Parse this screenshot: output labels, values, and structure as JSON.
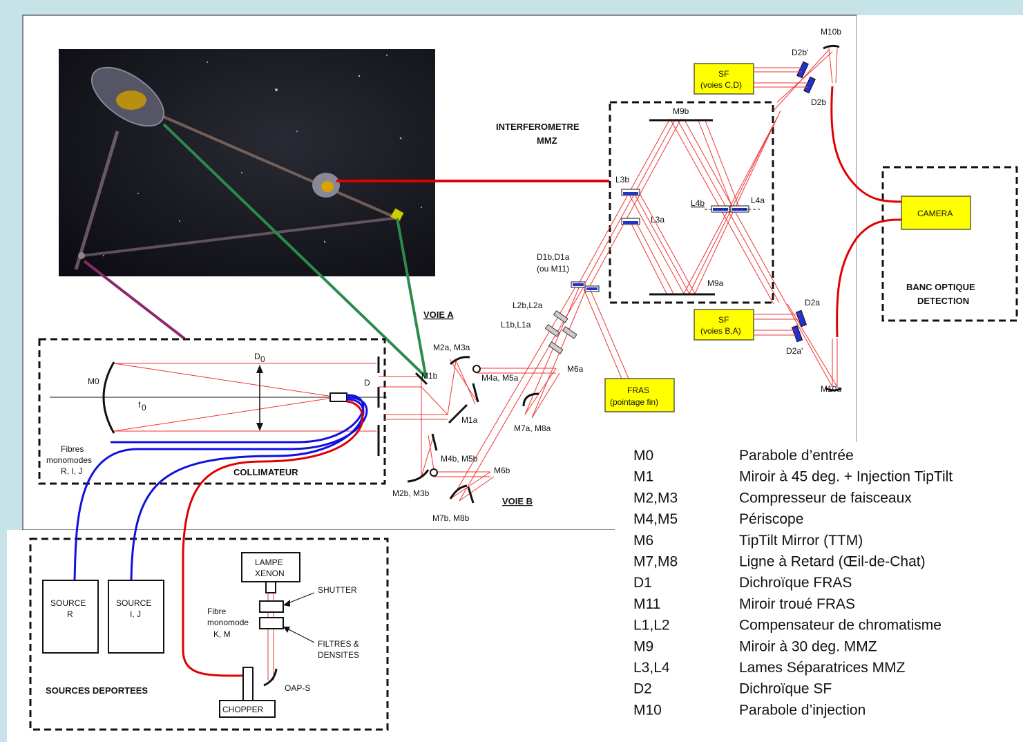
{
  "labels": {
    "interferometre": "INTERFEROMETRE",
    "mmz": "MMZ",
    "collimateur": "COLLIMATEUR",
    "sources_deportees": "SOURCES DEPORTEES",
    "banc_optique": "BANC OPTIQUE",
    "detection": "DETECTION",
    "voie_a": "VOIE A",
    "voie_b": "VOIE B",
    "m0": "M0",
    "d0": "D",
    "d0_sub": "0",
    "f0": "f",
    "f0_sub": "0",
    "d": "D",
    "fibres_1": "Fibres",
    "fibres_2": "monomodes",
    "fibres_3": "R, I, J",
    "m1b": "M1b",
    "m1a": "M1a",
    "m2a_m3a": "M2a, M3a",
    "m4a_m5a": "M4a, M5a",
    "m6a": "M6a",
    "m7a_m8a": "M7a, M8a",
    "m2b_m3b": "M2b, M3b",
    "m4b_m5b": "M4b, M5b",
    "m6b": "M6b",
    "m7b_m8b": "M7b, M8b",
    "d1b_d1a": "D1b,D1a",
    "ou_m11": "(ou M11)",
    "l2b_l2a": "L2b,L2a",
    "l1b_l1a": "L1b,L1a",
    "l3b": "L3b",
    "l3a": "L3a",
    "l4b": "L4b",
    "l4a": "L4a",
    "m9b": "M9b",
    "m9a": "M9a",
    "m10b": "M10b",
    "m10a": "M10a",
    "d2b_prime": "D2b'",
    "d2b": "D2b",
    "d2a": "D2a",
    "d2a_prime": "D2a'",
    "sf_cd_1": "SF",
    "sf_cd_2": "(voies C,D)",
    "sf_ba_1": "SF",
    "sf_ba_2": "(voies B,A)",
    "fras_1": "FRAS",
    "fras_2": "(pointage fin)",
    "camera": "CAMERA",
    "source_r_1": "SOURCE",
    "source_r_2": "R",
    "source_ij_1": "SOURCE",
    "source_ij_2": "I, J",
    "lampe_1": "LAMPE",
    "lampe_2": "XENON",
    "shutter": "SHUTTER",
    "filtres_1": "FILTRES &",
    "filtres_2": "DENSITES",
    "fibre_km_1": "Fibre",
    "fibre_km_2": "monomode",
    "fibre_km_3": "K, M",
    "oap_s": "OAP-S",
    "chopper": "CHOPPER"
  },
  "legend": [
    {
      "code": "M0",
      "desc": "Parabole d’entrée"
    },
    {
      "code": "M1",
      "desc": "Miroir à 45 deg. + Injection TipTilt"
    },
    {
      "code": "M2,M3",
      "desc": "Compresseur de faisceaux"
    },
    {
      "code": "M4,M5",
      "desc": "Périscope"
    },
    {
      "code": "M6",
      "desc": "TipTilt Mirror (TTM)"
    },
    {
      "code": "M7,M8",
      "desc": "Ligne à Retard (Œil-de-Chat)"
    },
    {
      "code": "D1",
      "desc": "Dichroïque FRAS"
    },
    {
      "code": "M11",
      "desc": "Miroir troué FRAS"
    },
    {
      "code": "L1,L2",
      "desc": "Compensateur de chromatisme"
    },
    {
      "code": "M9",
      "desc": "Miroir à 30 deg. MMZ"
    },
    {
      "code": "L3,L4",
      "desc": "Lames Séparatrices MMZ"
    },
    {
      "code": "D2",
      "desc": "Dichroïque SF"
    },
    {
      "code": "M10",
      "desc": "Parabole d’injection"
    }
  ],
  "colors": {
    "background": "#c6e3e8",
    "ray": "#e33333",
    "fiber_red": "#e00000",
    "fiber_blue": "#1010e0",
    "link_green": "#2a8c4a",
    "link_purple": "#8a2a6a",
    "yellow_box": "#ffff00"
  }
}
